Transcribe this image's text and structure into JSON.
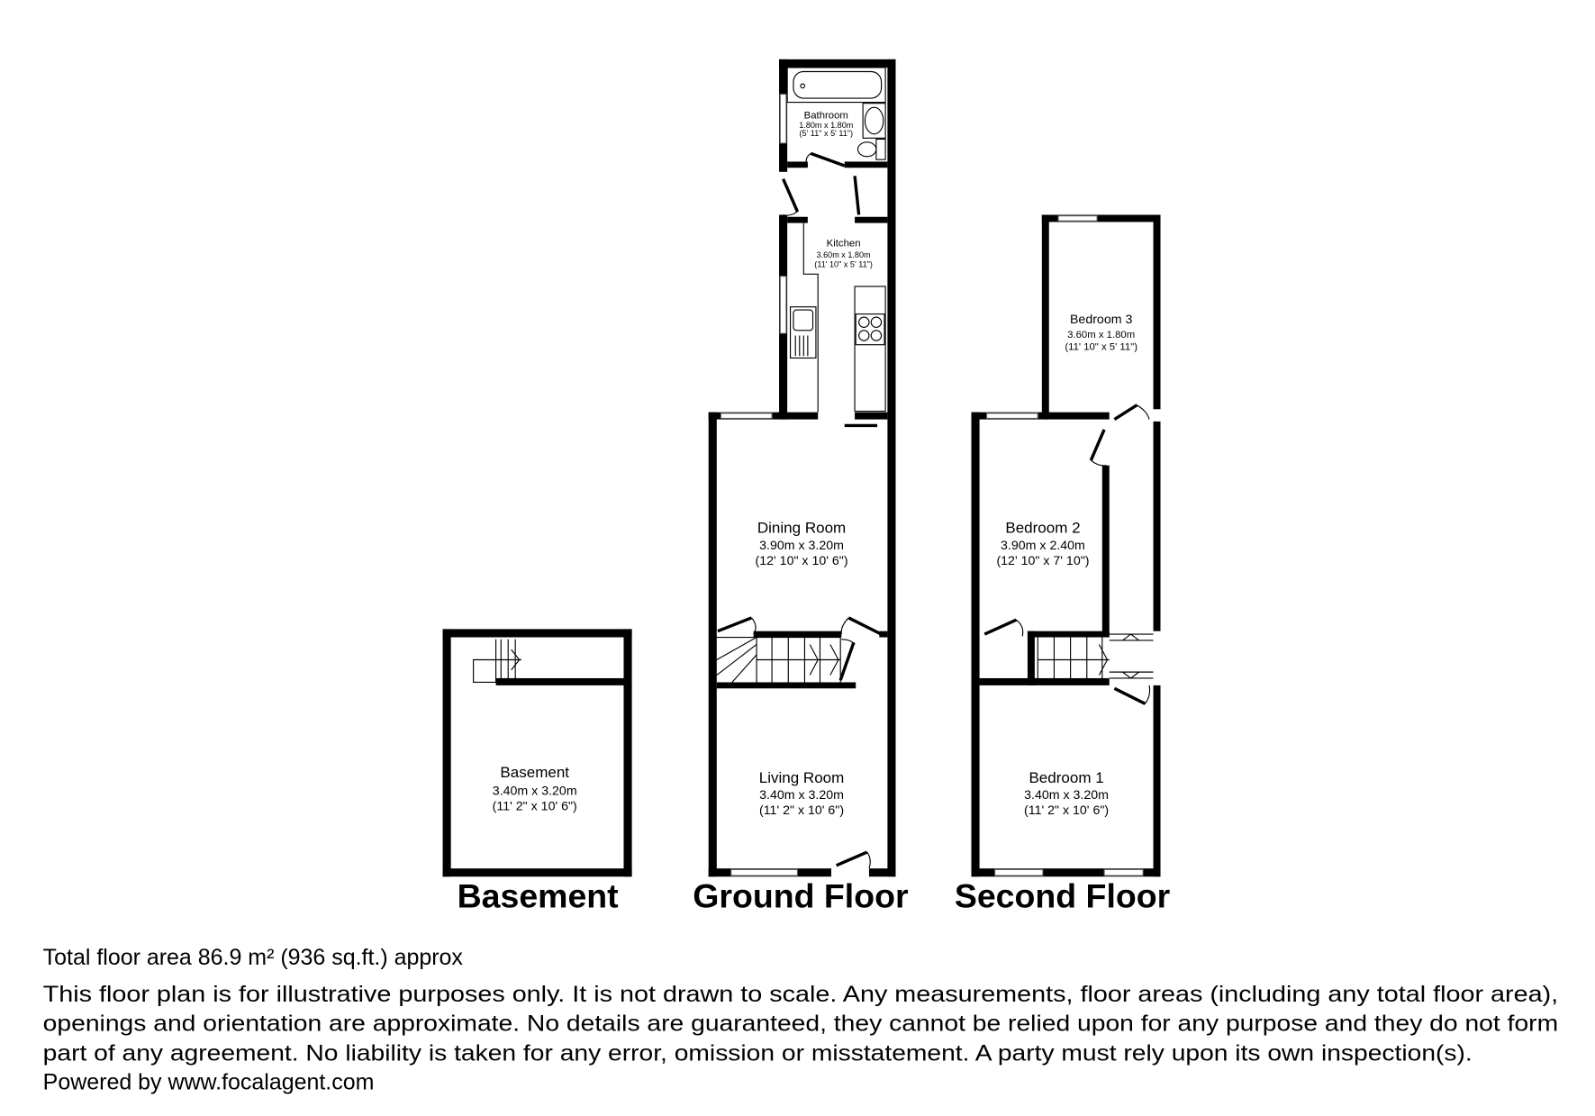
{
  "floors": {
    "basement": {
      "title": "Basement",
      "rooms": [
        {
          "name": "Basement",
          "metric": "3.40m x 3.20m",
          "imperial": "(11' 2\" x 10' 6\")"
        }
      ]
    },
    "ground": {
      "title": "Ground Floor",
      "rooms": [
        {
          "name": "Bathroom",
          "metric": "1.80m x 1.80m",
          "imperial": "(5' 11\" x 5' 11\")"
        },
        {
          "name": "Kitchen",
          "metric": "3.60m x 1.80m",
          "imperial": "(11' 10\" x 5' 11\")"
        },
        {
          "name": "Dining Room",
          "metric": "3.90m x 3.20m",
          "imperial": "(12' 10\" x 10' 6\")"
        },
        {
          "name": "Living Room",
          "metric": "3.40m x 3.20m",
          "imperial": "(11' 2\" x 10' 6\")"
        }
      ]
    },
    "second": {
      "title": "Second Floor",
      "rooms": [
        {
          "name": "Bedroom 3",
          "metric": "3.60m x 1.80m",
          "imperial": "(11' 10\" x 5' 11\")"
        },
        {
          "name": "Bedroom 2",
          "metric": "3.90m x 2.40m",
          "imperial": "(12' 10\" x 7' 10\")"
        },
        {
          "name": "Bedroom 1",
          "metric": "3.40m x 3.20m",
          "imperial": "(11' 2\" x 10' 6\")"
        }
      ]
    }
  },
  "footer": {
    "total_area": "Total floor area 86.9 m² (936 sq.ft.) approx",
    "disclaimer_lines": [
      "This floor plan is for illustrative purposes only. It is not drawn to scale. Any measurements, floor areas (including any total floor area),",
      "openings and orientation are approximate. No details are guaranteed, they cannot be relied upon for any purpose and they do not form",
      "part of any agreement. No liability is taken for any error, omission or misstatement. A party must rely upon its own inspection(s)."
    ],
    "powered_by": "Powered by www.focalagent.com"
  }
}
